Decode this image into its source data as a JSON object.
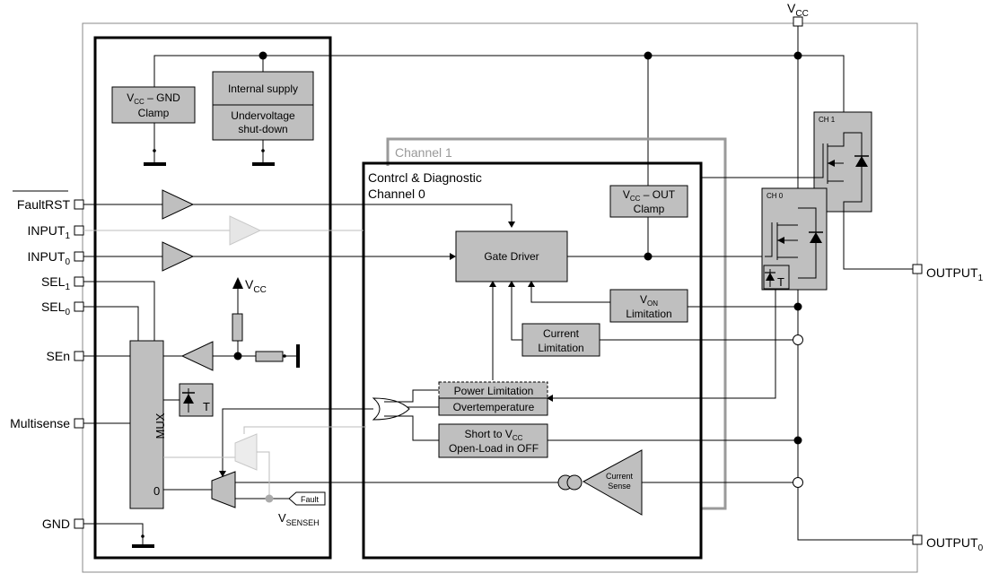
{
  "supply_pin": {
    "label": "V",
    "sub": "CC"
  },
  "left_pins": [
    {
      "id": "faultrst",
      "label": "FaultRST",
      "sub": "",
      "overline": true
    },
    {
      "id": "input1",
      "label": "INPUT",
      "sub": "1",
      "overline": false
    },
    {
      "id": "input0",
      "label": "INPUT",
      "sub": "0",
      "overline": false
    },
    {
      "id": "sel1",
      "label": "SEL",
      "sub": "1",
      "overline": false
    },
    {
      "id": "sel0",
      "label": "SEL",
      "sub": "0",
      "overline": false
    },
    {
      "id": "sen",
      "label": "SEn",
      "sub": "",
      "overline": false
    },
    {
      "id": "multisense",
      "label": "Multisense",
      "sub": "",
      "overline": false
    },
    {
      "id": "gnd",
      "label": "GND",
      "sub": "",
      "overline": false
    }
  ],
  "right_pins": [
    {
      "id": "output1",
      "label": "OUTPUT",
      "sub": "1"
    },
    {
      "id": "output0",
      "label": "OUTPUT",
      "sub": "0"
    }
  ],
  "blocks": {
    "vcc_gnd_clamp": {
      "line1_a": "V",
      "line1_sub": "CC",
      "line1_b": " – GND",
      "line2": "Clamp"
    },
    "internal_supply": "Internal supply",
    "undervoltage": {
      "line1": "Undervoltage",
      "line2": "shut-down"
    },
    "gate_driver": "Gate Driver",
    "vcc_out_clamp": {
      "line1_a": "V",
      "line1_sub": "CC",
      "line1_b": " – OUT",
      "line2": "Clamp"
    },
    "von_limitation": {
      "line1_a": "V",
      "line1_sub": "ON",
      "line2": "Limitation"
    },
    "current_limitation": {
      "line1": "Current",
      "line2": "Limitation"
    },
    "power_limitation": "Power Limitation",
    "overtemperature": "Overtemperature",
    "short_to_vcc": {
      "line1_a": "Short to V",
      "line1_sub": "CC",
      "line2": "Open-Load in OFF"
    },
    "current_sense": {
      "line1": "Current",
      "line2": "Sense"
    },
    "mux": "MUX",
    "mux_zero": "0",
    "fault_tag": "Fault",
    "vsenseh": {
      "main": "V",
      "sub": "SENSEH"
    },
    "vcc_inner": {
      "main": "V",
      "sub": "CC"
    },
    "temp_symbol": "T"
  },
  "frames": {
    "channel1": "Channel 1",
    "control_line1": "Contrcl & Diagnostic",
    "control_line2": "Channel 0",
    "ch1": "CH 1",
    "ch0": "CH 0"
  }
}
